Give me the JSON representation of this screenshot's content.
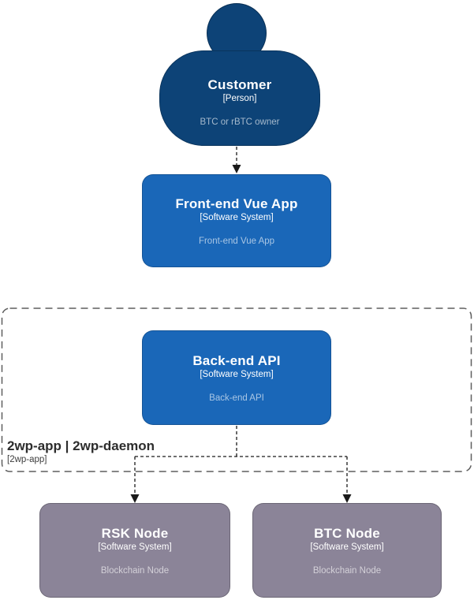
{
  "diagram": {
    "nodes": {
      "customer": {
        "title": "Customer",
        "subtitle": "[Person]",
        "description": "BTC or rBTC owner"
      },
      "frontend": {
        "title": "Front-end Vue App",
        "subtitle": "[Software System]",
        "description": "Front-end Vue App"
      },
      "backend": {
        "title": "Back-end API",
        "subtitle": "[Software System]",
        "description": "Back-end API"
      },
      "rsk_node": {
        "title": "RSK Node",
        "subtitle": "[Software System]",
        "description": "Blockchain Node"
      },
      "btc_node": {
        "title": "BTC Node",
        "subtitle": "[Software System]",
        "description": "Blockchain Node"
      }
    },
    "group": {
      "title": "2wp-app | 2wp-daemon",
      "subtitle": "[2wp-app]"
    },
    "colors": {
      "person_fill": "#0D4377",
      "system_fill": "#1A67B8",
      "node_fill": "#8B8498",
      "title_text": "#FFFFFF",
      "description_text": "rgba(255,255,255,0.62)",
      "group_border": "#666666",
      "group_label_text": "#2D2D2D",
      "connector": "#1A1A1A",
      "background": "#FFFFFF"
    }
  }
}
